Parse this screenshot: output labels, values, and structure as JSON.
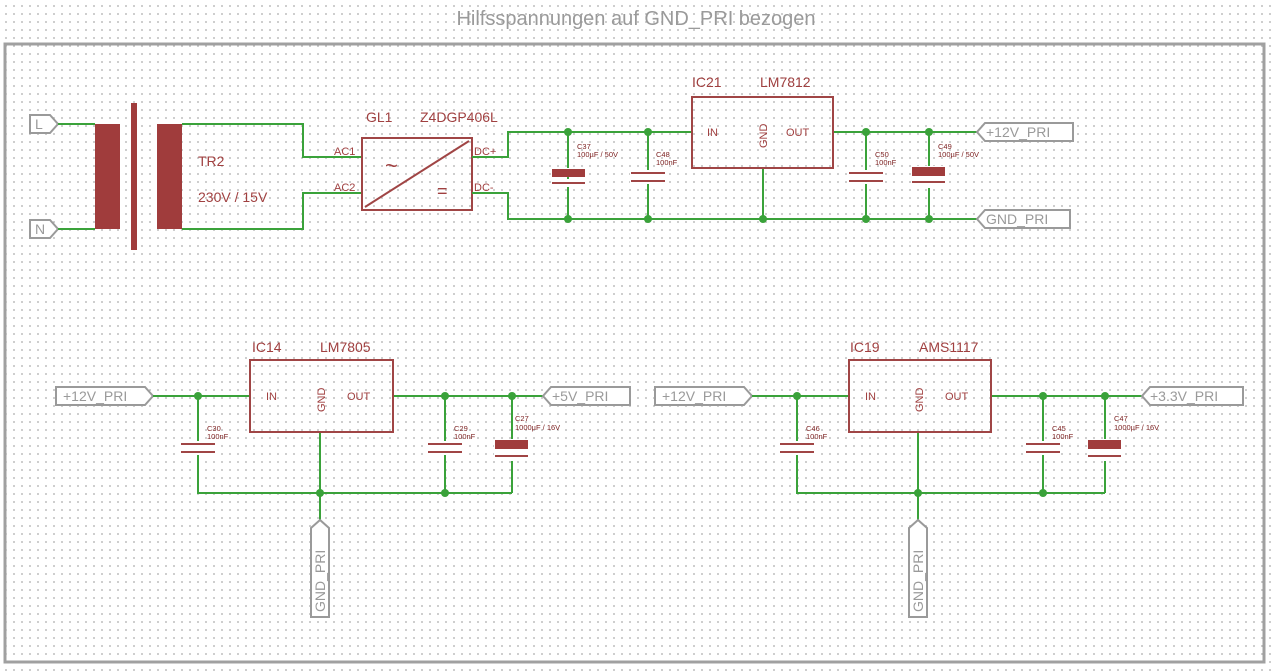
{
  "title": "Hilfsspannungen auf GND_PRI bezogen",
  "transformer": {
    "ref": "TR2",
    "value": "230V / 15V",
    "in_l": "L",
    "in_n": "N"
  },
  "rectifier": {
    "ref": "GL1",
    "value": "Z4DGP406L",
    "pin_ac1": "AC1",
    "pin_ac2": "AC2",
    "pin_dcp": "DC+",
    "pin_dcm": "DC-",
    "symbol_ac": "~",
    "symbol_dc": "="
  },
  "regulators": [
    {
      "ref": "IC21",
      "value": "LM7812",
      "pin_in": "IN",
      "pin_gnd": "GND",
      "pin_out": "OUT"
    },
    {
      "ref": "IC14",
      "value": "LM7805",
      "pin_in": "IN",
      "pin_gnd": "GND",
      "pin_out": "OUT"
    },
    {
      "ref": "IC19",
      "value": "AMS1117",
      "pin_in": "IN",
      "pin_gnd": "GND",
      "pin_out": "OUT"
    }
  ],
  "capacitors": [
    {
      "ref": "C37",
      "value": "100µF / 50V"
    },
    {
      "ref": "C48",
      "value": "100nF"
    },
    {
      "ref": "C50",
      "value": "100nF"
    },
    {
      "ref": "C49",
      "value": "100µF / 50V"
    },
    {
      "ref": "C30",
      "value": "100nF"
    },
    {
      "ref": "C29",
      "value": "100nF"
    },
    {
      "ref": "C27",
      "value": "1000µF / 16V"
    },
    {
      "ref": "C46",
      "value": "100nF"
    },
    {
      "ref": "C45",
      "value": "100nF"
    },
    {
      "ref": "C47",
      "value": "1000µF / 16V"
    }
  ],
  "ports": {
    "p12v_out": "+12V_PRI",
    "gnd_out": "GND_PRI",
    "p12v_in_a": "+12V_PRI",
    "p5v_out": "+5V_PRI",
    "gnd_a": "GND_PRI",
    "p12v_in_b": "+12V_PRI",
    "p33v_out": "+3.3V_PRI",
    "gnd_b": "GND_PRI"
  },
  "colors": {
    "wire": "#3aa23a",
    "part": "#a04545",
    "label": "#9a9a9a",
    "grid_dot": "#bdbdbd"
  }
}
